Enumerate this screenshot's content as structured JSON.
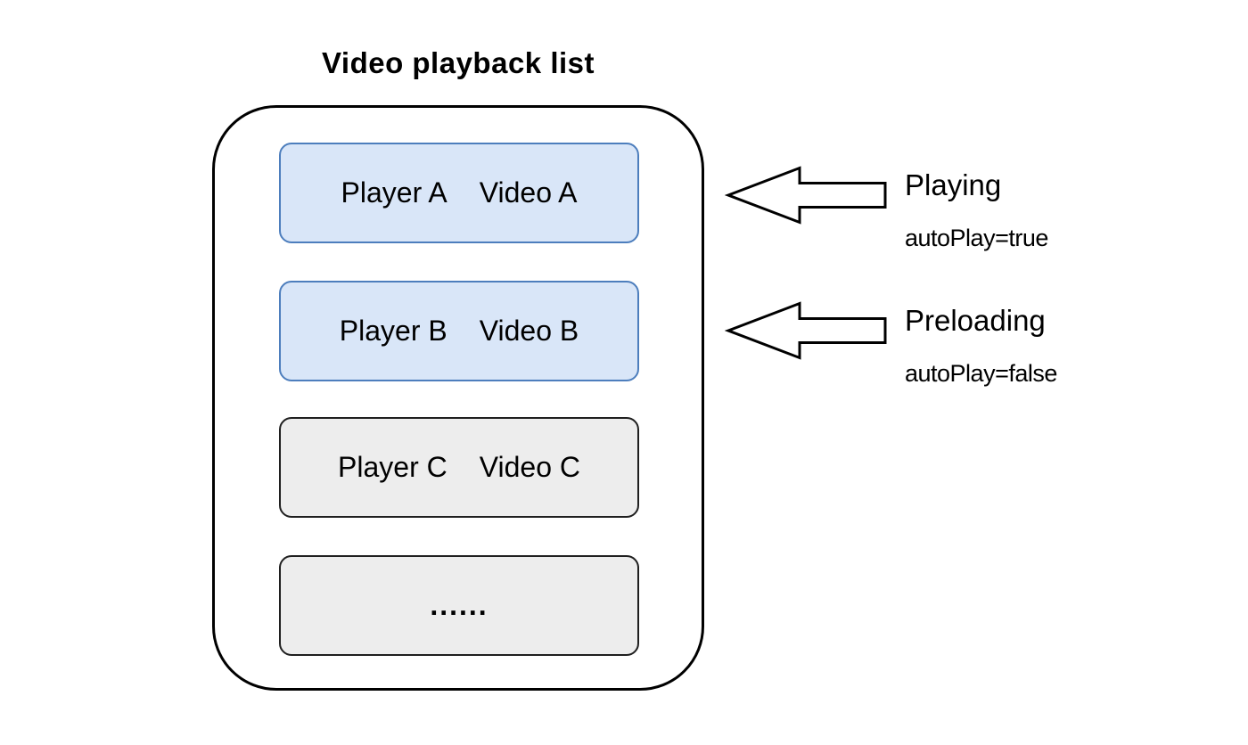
{
  "diagram": {
    "title": "Video playback list",
    "rows": [
      {
        "player": "Player A",
        "video": "Video A",
        "state": "highlighted"
      },
      {
        "player": "Player B",
        "video": "Video B",
        "state": "highlighted"
      },
      {
        "player": "Player C",
        "video": "Video C",
        "state": "normal"
      },
      {
        "ellipsis": "......",
        "state": "normal"
      }
    ],
    "annotations": [
      {
        "label": "Playing",
        "detail": "autoPlay=true"
      },
      {
        "label": "Preloading",
        "detail": "autoPlay=false"
      }
    ],
    "icons": [
      {
        "name": "left-arrow-icon",
        "points_at": "Player A row"
      },
      {
        "name": "left-arrow-icon",
        "points_at": "Player B row"
      }
    ],
    "colors": {
      "highlight_fill": "#d9e6f8",
      "highlight_border": "#4d7ebd",
      "normal_fill": "#ededed",
      "normal_border": "#1f1f1f",
      "outline": "#000000",
      "arrow_fill": "#ffffff",
      "arrow_stroke": "#000000"
    }
  }
}
